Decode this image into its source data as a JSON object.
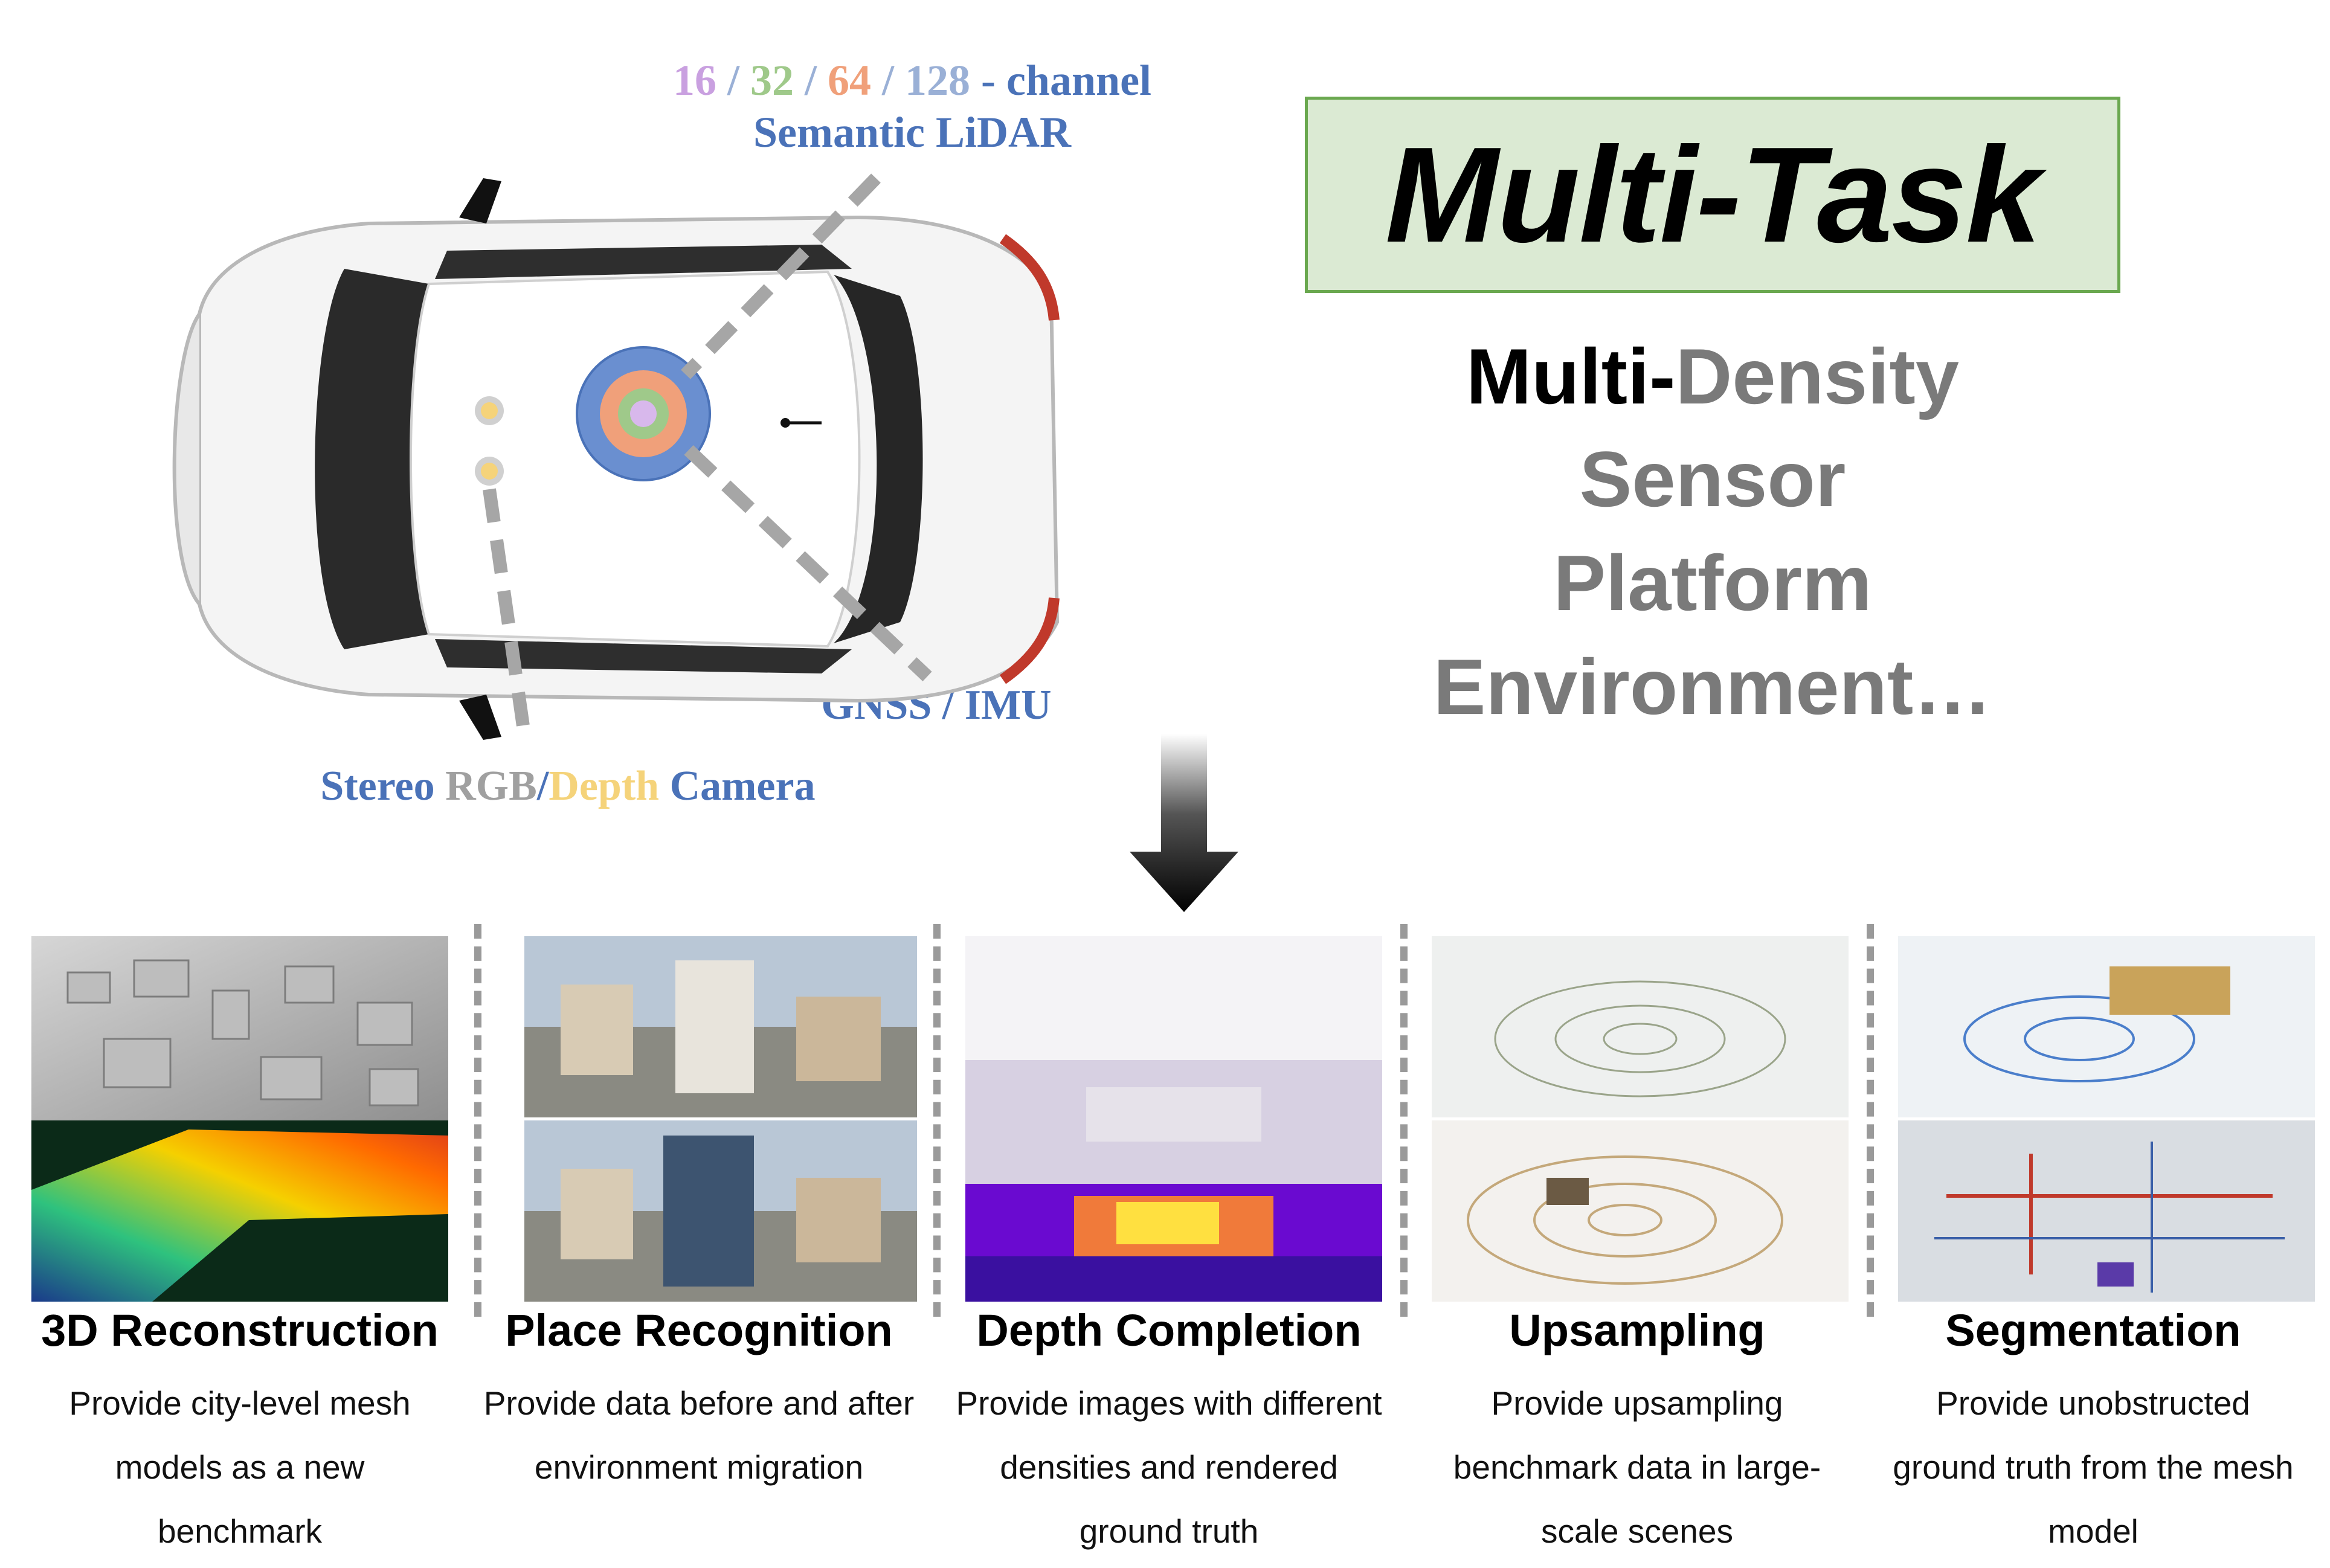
{
  "sensors": {
    "lidar_channels": {
      "c16": "16",
      "c32": "32",
      "c64": "64",
      "c128": "128",
      "sep": " / ",
      "suffix": " - channel"
    },
    "lidar_name": "Semantic LiDAR",
    "gnss_imu": "GNSS / IMU",
    "camera": {
      "stereo": "Stereo ",
      "rgb": "RGB",
      "slash": "/",
      "depth": "Depth",
      "camera": " Camera"
    }
  },
  "title": "Multi-Task",
  "aspects": {
    "prefix": "Multi-",
    "items": [
      "Density",
      "Sensor",
      "Platform",
      "Environment…"
    ]
  },
  "tasks": [
    {
      "title": "3D Reconstruction",
      "desc": [
        "Provide city-level mesh",
        "models as a new",
        "benchmark"
      ]
    },
    {
      "title": "Place Recognition",
      "desc": [
        "Provide data before and after",
        "environment migration"
      ]
    },
    {
      "title": "Depth Completion",
      "desc": [
        "Provide images with different",
        "densities and rendered",
        "ground truth"
      ]
    },
    {
      "title": "Upsampling",
      "desc": [
        "Provide upsampling",
        "benchmark data in large-",
        "scale scenes"
      ]
    },
    {
      "title": "Segmentation",
      "desc": [
        "Provide unobstructed",
        "ground truth from the mesh",
        "model"
      ]
    }
  ],
  "colors": {
    "c16": "#c9a0e0",
    "c32": "#9fc98a",
    "c64": "#f0a07a",
    "c128": "#9ab0d6",
    "label_blue": "#4a72b8",
    "rgb_gray": "#a0a0a0",
    "depth_yellow": "#f5d37a",
    "title_box_bg": "#dbead3",
    "title_box_border": "#6aa84f",
    "aspect_gray": "#7a7a7a"
  },
  "icons": [
    "car-top-view",
    "lidar-rings-icon",
    "camera-lens-icon",
    "down-arrow-icon"
  ]
}
